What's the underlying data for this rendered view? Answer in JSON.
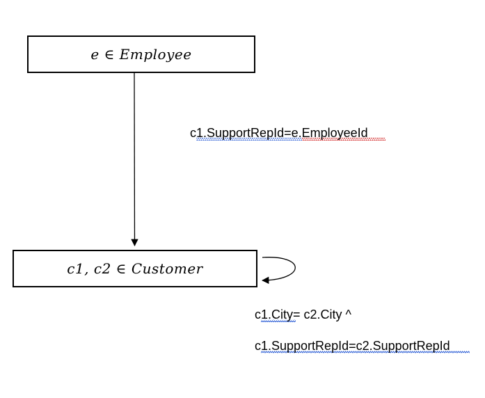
{
  "nodes": {
    "employee": {
      "label": "e ∈ Employee"
    },
    "customer": {
      "label": "c1, c2 ∈ Customer"
    }
  },
  "edges": {
    "employee_to_customer": {
      "condition": "c1.SupportRepId=e.EmployeeId"
    },
    "customer_self": {
      "condition_line1": "c1.City= c2.City ^",
      "condition_line2": "c1.SupportRepId=c2.SupportRepId"
    }
  },
  "colors": {
    "stroke": "#000000",
    "spellcheck_underline": "#2e5fd6",
    "grammar_underline": "#d02020"
  }
}
